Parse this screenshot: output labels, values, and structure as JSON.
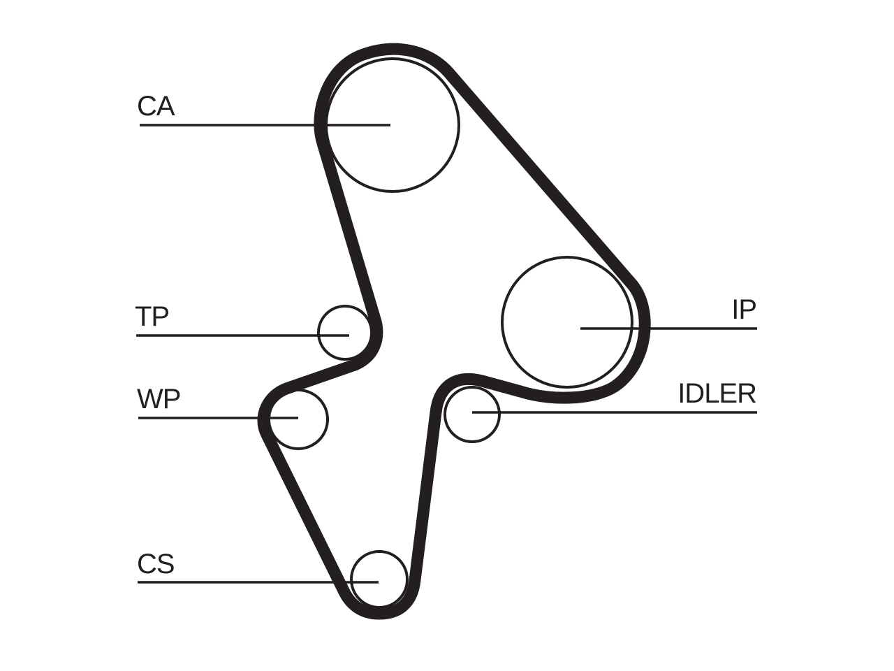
{
  "labels": {
    "ca": "CA",
    "tp": "TP",
    "wp": "WP",
    "cs": "CS",
    "ip": "IP",
    "idler": "IDLER"
  },
  "colors": {
    "line": "#231f20",
    "background": "#ffffff"
  }
}
